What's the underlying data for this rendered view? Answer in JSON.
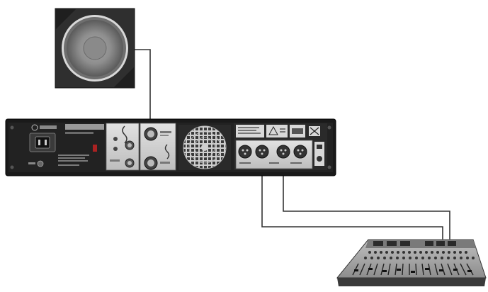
{
  "diagram": {
    "amplifier": {
      "brand_text": "",
      "model_text": ""
    },
    "colors": {
      "background": "#ffffff",
      "chassis": "#1a1a1a",
      "panel": "#d2d2d2",
      "cable": "#3a3a3a",
      "speaker_box": "#2f2f2f",
      "speaker_cone": "#9a9a9a"
    },
    "components": [
      "speaker-cabinet",
      "power-amplifier-rear-panel",
      "mixing-console"
    ],
    "connections": [
      {
        "from": "speaker-cabinet",
        "to": "amplifier-speakon-output"
      },
      {
        "from": "amplifier-xlr-input-a",
        "to": "mixing-console"
      },
      {
        "from": "amplifier-xlr-input-b",
        "to": "mixing-console"
      }
    ]
  }
}
